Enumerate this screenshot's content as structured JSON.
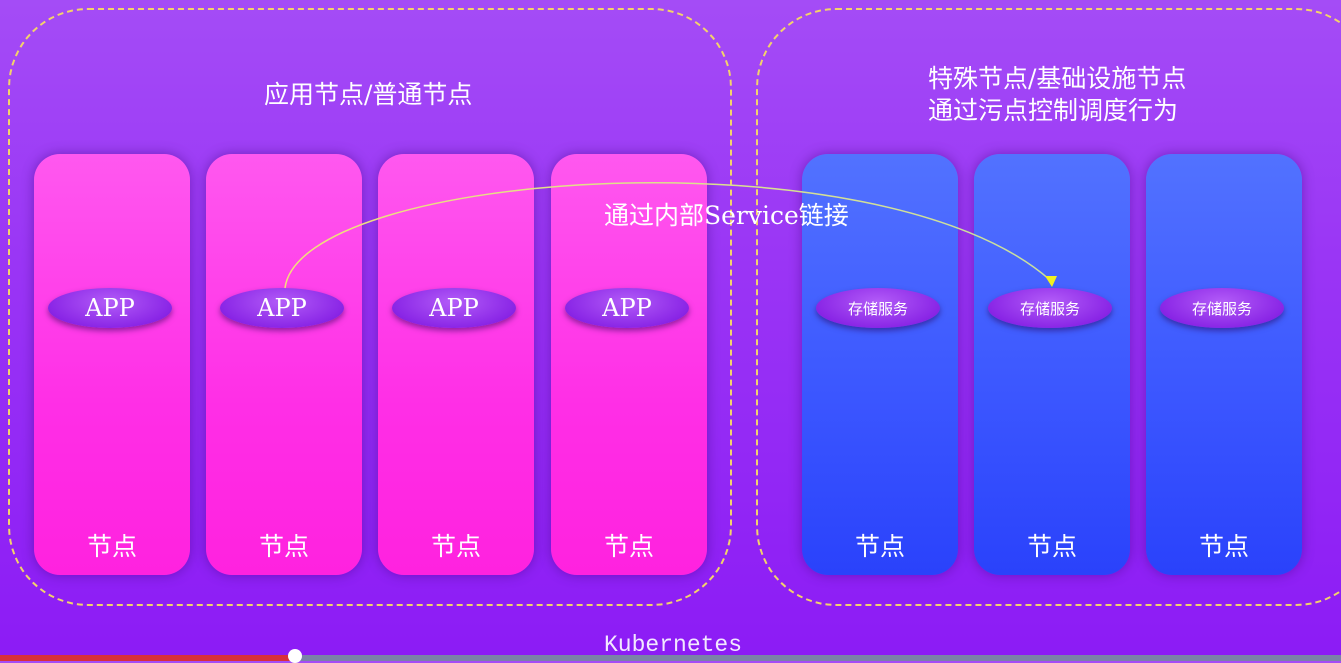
{
  "left_group": {
    "title": "应用节点/普通节点",
    "nodes": [
      {
        "label": "节点",
        "pod": "APP"
      },
      {
        "label": "节点",
        "pod": "APP"
      },
      {
        "label": "节点",
        "pod": "APP"
      },
      {
        "label": "节点",
        "pod": "APP"
      }
    ]
  },
  "right_group": {
    "title_line1": "特殊节点/基础设施节点",
    "title_line2": "通过污点控制调度行为",
    "nodes": [
      {
        "label": "节点",
        "pod": "存储服务"
      },
      {
        "label": "节点",
        "pod": "存储服务"
      },
      {
        "label": "节点",
        "pod": "存储服务"
      }
    ]
  },
  "connection_label": "通过内部Service链接",
  "cluster_label": "Kubernetes",
  "video": {
    "progress_percent": 22,
    "played_color": "#d8303a",
    "remaining_color": "#7a82a8"
  }
}
